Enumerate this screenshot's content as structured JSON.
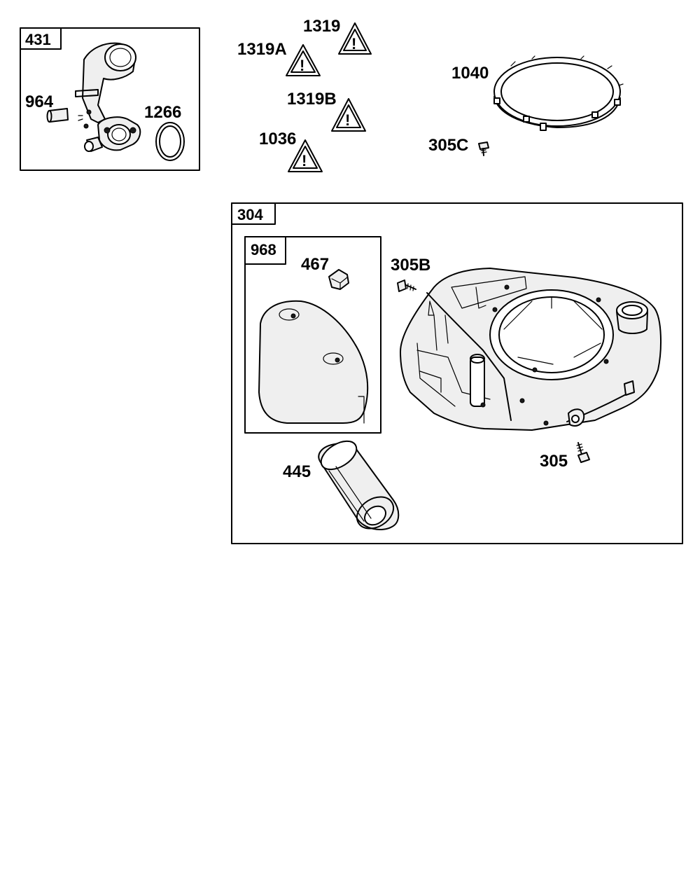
{
  "diagram": {
    "boxes": [
      {
        "id": "box431",
        "number": "431"
      },
      {
        "id": "box304",
        "number": "304"
      },
      {
        "id": "box968",
        "number": "968"
      }
    ],
    "callouts": {
      "p964": "964",
      "p1266": "1266",
      "p1319": "1319",
      "p1319A": "1319A",
      "p1319B": "1319B",
      "p1036": "1036",
      "p1040": "1040",
      "p305C": "305C",
      "p467": "467",
      "p305B": "305B",
      "p305": "305",
      "p445": "445"
    },
    "warning_symbol": "!"
  }
}
